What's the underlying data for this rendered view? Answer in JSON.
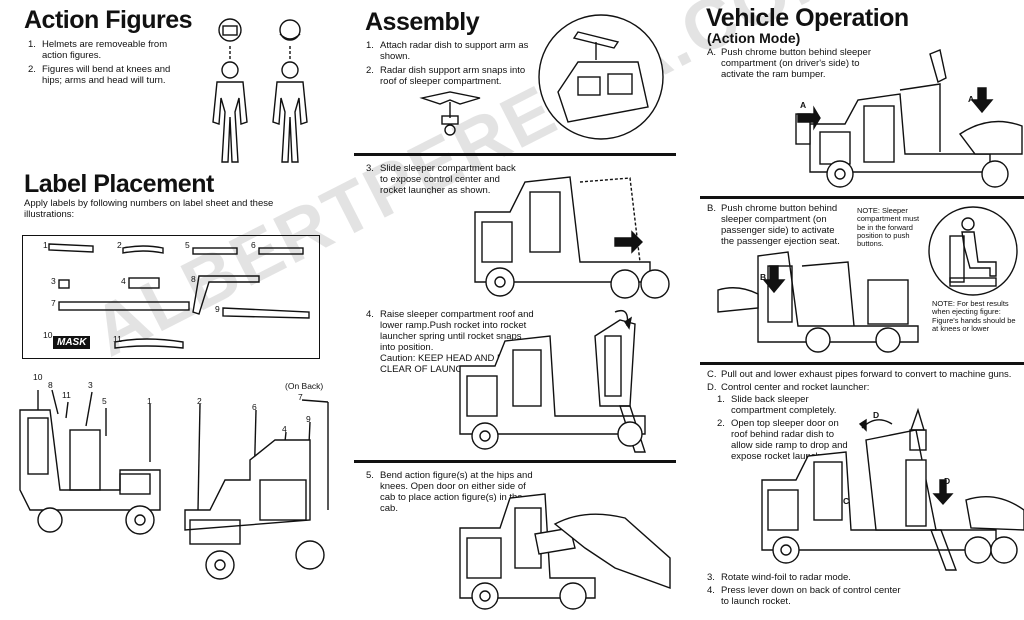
{
  "action_figures": {
    "title": "Action Figures",
    "steps": [
      {
        "n": "1.",
        "text": "Helmets are removeable from action figures."
      },
      {
        "n": "2.",
        "text": "Figures will bend at knees and hips; arms and head will turn."
      }
    ]
  },
  "label_placement": {
    "title": "Label Placement",
    "intro": "Apply labels by following numbers on label sheet and these illustrations:",
    "sheet_numbers": [
      "1",
      "2",
      "3",
      "4",
      "5",
      "6",
      "7",
      "8",
      "9",
      "10",
      "11"
    ],
    "logo_text": "MASK",
    "callouts": [
      "10",
      "8",
      "11",
      "3",
      "5",
      "1",
      "2",
      "6",
      "4",
      "9",
      "7"
    ],
    "on_back": "(On Back)"
  },
  "assembly": {
    "title": "Assembly",
    "steps": [
      {
        "n": "1.",
        "text": "Attach radar dish to support arm as shown."
      },
      {
        "n": "2.",
        "text": "Radar dish support arm snaps into roof of sleeper compartment."
      },
      {
        "n": "3.",
        "text": "Slide sleeper compartment back to expose control center and rocket launcher as shown."
      },
      {
        "n": "4.",
        "text": "Raise sleeper compartment roof and lower ramp.Push rocket into rocket launcher spring until rocket snaps into position."
      },
      {
        "n": "5.",
        "text": "Bend action figure(s) at the hips and knees. Open door on either side of cab to place action figure(s) in the cab."
      }
    ],
    "caution": "Caution: KEEP HEAD AND FACE CLEAR OF LAUNCHING AREA."
  },
  "vehicle_operation": {
    "title": "Vehicle Operation",
    "subtitle": "(Action Mode)",
    "step_a": {
      "n": "A.",
      "text": "Push chrome button behind sleeper compartment (on driver's side) to activate the ram bumper."
    },
    "step_b": {
      "n": "B.",
      "text": "Push chrome button behind sleeper compartment (on passenger side) to activate the passenger ejection seat."
    },
    "note_b": "NOTE: Sleeper compartment must be in the forward position to push buttons.",
    "note_fig": "NOTE: For best results when ejecting figure: Figure's hands should be at knees or lower",
    "step_c": {
      "n": "C.",
      "text": "Pull out and lower exhaust pipes forward to convert to machine guns."
    },
    "step_d": {
      "n": "D.",
      "text": "Control center and rocket launcher:"
    },
    "sub_d": [
      {
        "n": "1.",
        "text": "Slide back sleeper compartment completely."
      },
      {
        "n": "2.",
        "text": "Open top sleeper door on roof behind radar dish to allow side ramp to drop and expose rocket launcher."
      }
    ],
    "final": [
      {
        "n": "3.",
        "text": "Rotate wind-foil to radar mode."
      },
      {
        "n": "4.",
        "text": "Press lever down on back of control center to launch rocket."
      }
    ],
    "arrow_labels": [
      "A",
      "A",
      "B",
      "C",
      "D",
      "D"
    ]
  },
  "watermark": "ALBERTPEREIRA.COM/MASK"
}
